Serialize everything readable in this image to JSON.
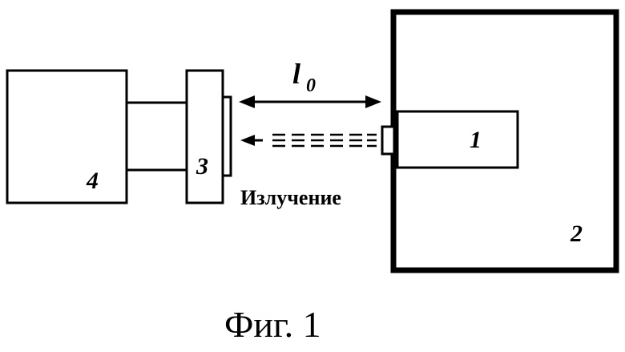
{
  "figure": {
    "labels": {
      "part1": "1",
      "part2": "2",
      "part3": "3",
      "part4": "4",
      "distance_symbol": "l",
      "distance_subscript": "0",
      "radiation": "Излучение"
    },
    "caption": "Фиг. 1",
    "colors": {
      "ink": "#000000",
      "background": "#ffffff"
    }
  }
}
